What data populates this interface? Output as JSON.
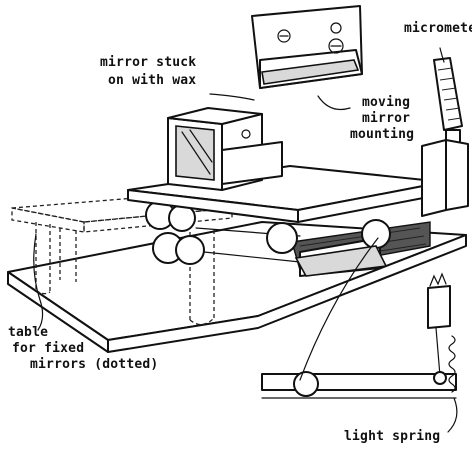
{
  "labels": {
    "micrometer": "micrometer",
    "mirror_wax_line1": "mirror stuck",
    "mirror_wax_line2": "on with wax",
    "moving_line1": "moving",
    "moving_line2": "mirror",
    "moving_line3": "mounting",
    "table_line1": "table",
    "table_line2": "for fixed",
    "table_line3": "mirrors (dotted)",
    "light_spring": "light spring"
  },
  "colors": {
    "ink": "#111111",
    "paper": "#ffffff",
    "shading": "#d9d9d9"
  }
}
